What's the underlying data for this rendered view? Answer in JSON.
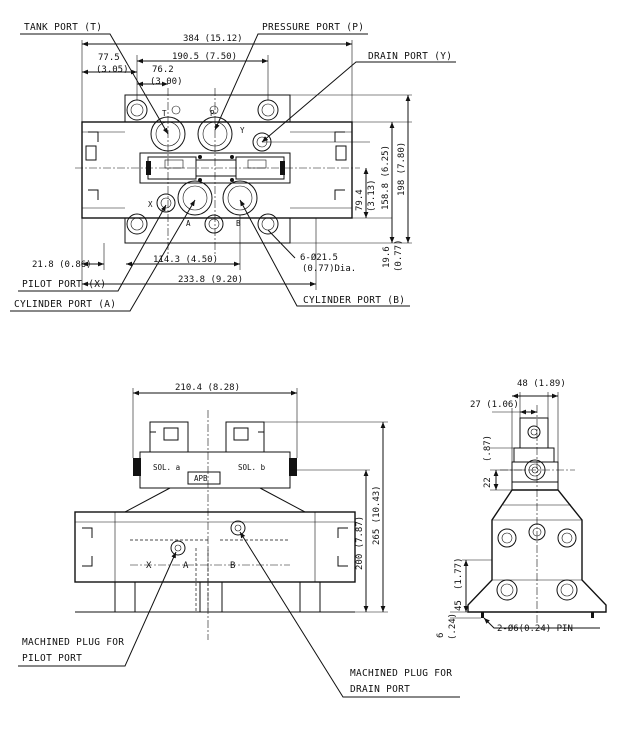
{
  "callouts": {
    "tank_port": "TANK PORT (T)",
    "pressure_port": "PRESSURE PORT (P)",
    "drain_port": "DRAIN PORT (Y)",
    "pilot_port": "PILOT PORT (X)",
    "cylinder_port_a": "CYLINDER PORT (A)",
    "cylinder_port_b": "CYLINDER PORT (B)",
    "plug_pilot_1": "MACHINED PLUG FOR",
    "plug_pilot_2": "PILOT PORT",
    "plug_drain_1": "MACHINED PLUG FOR",
    "plug_drain_2": "DRAIN PORT"
  },
  "dims_top": {
    "overall_width": "384 (15.12)",
    "d_190": "190.5 (7.50)",
    "d_77_a": "77.5",
    "d_77_b": "(3.05)",
    "d_76_a": "76.2",
    "d_76_b": "(3.00)",
    "d_158": "158.8 (6.25)",
    "d_198": "198 (7.80)",
    "d_79_a": "79.4",
    "d_79_b": "(3.13)",
    "d_19_a": "19.6",
    "d_19_b": "(0.77)",
    "d_21": "21.8 (0.86)",
    "d_114": "114.3 (4.50)",
    "d_233": "233.8 (9.20)",
    "holes_a": "6-Ø21.5",
    "holes_b": "(0.77)Dia."
  },
  "dims_front": {
    "d_210": "210.4 (8.28)",
    "d_265": "265 (10.43)",
    "d_200": "200 (7.87)"
  },
  "dims_side": {
    "d_48": "48 (1.89)",
    "d_27": "27 (1.06)",
    "d_22_a": "22",
    "d_22_b": "(.87)",
    "d_45_a": "45",
    "d_45_b": "(1.77)",
    "d_6_a": "6",
    "d_6_b": "(.24)",
    "pin": "2-Ø6(0.24) PIN"
  },
  "port_letters": {
    "t": "T",
    "p": "P",
    "y": "Y",
    "x": "X",
    "a": "A",
    "b": "B"
  },
  "solenoid": {
    "left": "SOL. a",
    "right": "SOL. b",
    "brand": "APB"
  }
}
